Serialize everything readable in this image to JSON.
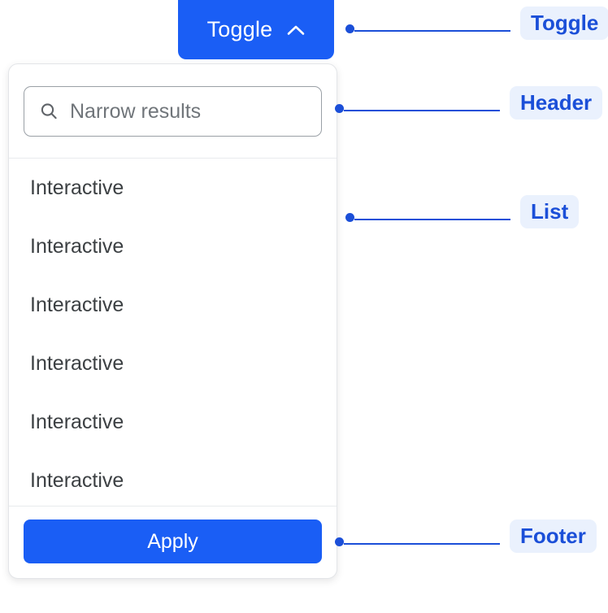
{
  "theme": {
    "accent_blue": "#1a5ef5",
    "callout_blue": "#1b4fd8",
    "pill_background": "#eaf1fd",
    "text_color": "#3c4043",
    "placeholder_color": "#70757a",
    "panel_border": "#e3e5e8"
  },
  "toggle": {
    "label": "Toggle",
    "icon": "chevron-up-icon",
    "state": "expanded"
  },
  "panel": {
    "header": {
      "search": {
        "icon": "search-icon",
        "placeholder": "Narrow results",
        "value": ""
      }
    },
    "list": {
      "items": [
        {
          "label": "Interactive"
        },
        {
          "label": "Interactive"
        },
        {
          "label": "Interactive"
        },
        {
          "label": "Interactive"
        },
        {
          "label": "Interactive"
        },
        {
          "label": "Interactive"
        }
      ]
    },
    "footer": {
      "apply_label": "Apply"
    }
  },
  "callouts": [
    {
      "label": "Toggle",
      "target": "toggle-button"
    },
    {
      "label": "Header",
      "target": "panel-header"
    },
    {
      "label": "List",
      "target": "panel-list"
    },
    {
      "label": "Footer",
      "target": "panel-footer"
    }
  ]
}
